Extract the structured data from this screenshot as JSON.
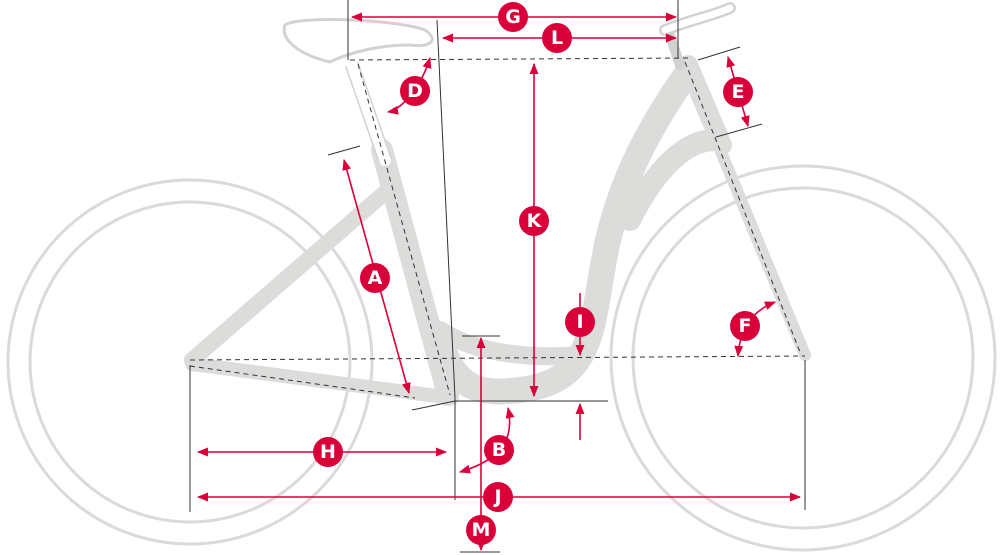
{
  "colors": {
    "accent": "#d9003a",
    "frame": "#dcdcdb",
    "outline": "#d2d2d2",
    "guide": "#222222"
  },
  "labels": {
    "A": "A",
    "B": "B",
    "D": "D",
    "E": "E",
    "F": "F",
    "G": "G",
    "H": "H",
    "I": "I",
    "J": "J",
    "K": "K",
    "L": "L",
    "M": "M"
  }
}
